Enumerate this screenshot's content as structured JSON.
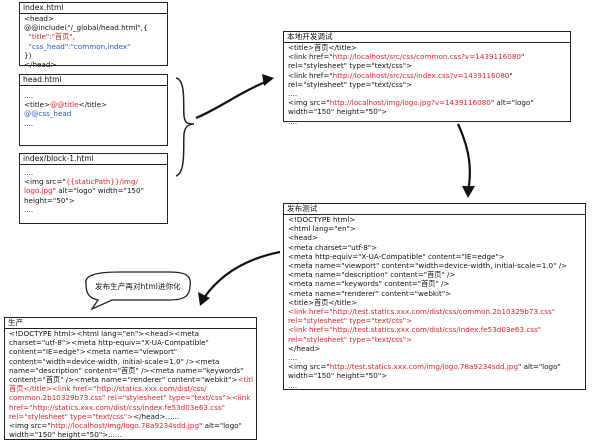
{
  "boxes": {
    "head_include": {
      "title": "index.html",
      "lines": [
        [
          {
            "t": "<head>"
          }
        ],
        [
          {
            "t": "@@include(\"/_global/head.html\",{"
          }
        ],
        [
          {
            "t": "  \"title\":\"首页\",",
            "c": "red"
          }
        ],
        [
          {
            "t": "  \"css_head\":\"common,index\"",
            "c": "blue"
          }
        ],
        [
          {
            "t": "})"
          }
        ],
        [
          {
            "t": "</head>"
          }
        ]
      ]
    },
    "head_html": {
      "title": "head.html",
      "lines": [
        [
          {
            "t": "...."
          }
        ],
        [
          {
            "t": "<title>"
          },
          {
            "t": "@@title",
            "c": "red"
          },
          {
            "t": "</title>"
          }
        ],
        [
          {
            "t": "@@css_head",
            "c": "blue"
          }
        ],
        [
          {
            "t": "...."
          }
        ]
      ]
    },
    "block": {
      "title": "index/block-1.html",
      "lines": [
        [
          {
            "t": "...."
          }
        ],
        [
          {
            "t": "<img src=\""
          },
          {
            "t": "{{staticPath}}/img/",
            "c": "red"
          }
        ],
        [
          {
            "t": "logo.jpg",
            "c": "red"
          },
          {
            "t": "\" alt=\"logo\" width=\"150\""
          }
        ],
        [
          {
            "t": "height=\"50\">"
          }
        ],
        [
          {
            "t": "...."
          }
        ]
      ]
    },
    "local_dev": {
      "title": "本地开发调试",
      "lines": [
        [
          {
            "t": "<title>首页</title>"
          }
        ],
        [
          {
            "t": "<link href=\""
          },
          {
            "t": "http://localhost/src/css/common.css?v=1439116080",
            "c": "red"
          },
          {
            "t": "\""
          }
        ],
        [
          {
            "t": "rel=\"stylesheet\" type=\"text/css\">"
          }
        ],
        [
          {
            "t": "<link href=\""
          },
          {
            "t": "http://localhost/src/css/index.css?v=1439116080",
            "c": "red"
          },
          {
            "t": "\""
          }
        ],
        [
          {
            "t": "rel=\"stylesheet\" type=\"text/css\">"
          }
        ],
        [
          {
            "t": "...."
          }
        ],
        [
          {
            "t": "<img src=\""
          },
          {
            "t": "http://localhost/img/logo.jpg?v=1439116080",
            "c": "red"
          },
          {
            "t": "\" alt=\"logo\""
          }
        ],
        [
          {
            "t": "width=\"150\" height=\"50\">"
          }
        ],
        [
          {
            "t": "...."
          }
        ]
      ]
    },
    "release_test": {
      "title": "发布测试",
      "lines": [
        [
          {
            "t": "<!DOCTYPE html>"
          }
        ],
        [
          {
            "t": "<html lang=\"en\">"
          }
        ],
        [
          {
            "t": "<head>"
          }
        ],
        [
          {
            "t": "<meta charset=\"utf-8\">"
          }
        ],
        [
          {
            "t": "<meta http-equiv=\"X-UA-Compatible\" content=\"IE=edge\">"
          }
        ],
        [
          {
            "t": "<meta name=\"viewport\" content=\"width=device-width, initial-scale=1.0\" />"
          }
        ],
        [
          {
            "t": "<meta name=\"description\" content=\"首页\" />"
          }
        ],
        [
          {
            "t": "<meta name=\"keywords\" content=\"首页\" />"
          }
        ],
        [
          {
            "t": "<meta name=\"renderer\" content=\"webkit\">"
          }
        ],
        [
          {
            "t": "<title>首页</title>"
          }
        ],
        [
          {
            "t": "<link href=\"http://test.statics.xxx.com/dist/css/common.2b10329b73.css\"",
            "c": "red"
          }
        ],
        [
          {
            "t": "rel=\"stylesheet\" type=\"text/css\">",
            "c": "red"
          }
        ],
        [
          {
            "t": "<link href=\"http://test.statics.xxx.com/dist/css/index.fe53d03e63.css\"",
            "c": "red"
          }
        ],
        [
          {
            "t": "rel=\"stylesheet\" type=\"text/css\">",
            "c": "red"
          }
        ],
        [
          {
            "t": "</head>"
          }
        ],
        [
          {
            "t": "...."
          }
        ],
        [
          {
            "t": "<img src=\""
          },
          {
            "t": "http://test.statics.xxx.com/img/logo.78a9234sdd.jpg",
            "c": "red"
          },
          {
            "t": "\" alt=\"logo\""
          }
        ],
        [
          {
            "t": "width=\"150\" height=\"50\">"
          }
        ],
        [
          {
            "t": "...."
          }
        ]
      ]
    },
    "production": {
      "title": "生产",
      "lines": [
        [
          {
            "t": "<!DOCTYPE html><html lang=\"en\"><head><meta"
          }
        ],
        [
          {
            "t": "charset=\"utf-8\"><meta http-equiv=\"X-UA-Compatible\""
          }
        ],
        [
          {
            "t": "content=\"IE=edge\"><meta name=\"viewport\""
          }
        ],
        [
          {
            "t": "content=\"width=device-width, initial-scale=1.0\" /><meta"
          }
        ],
        [
          {
            "t": "name=\"description\" content=\"首页\" /><meta name=\"keywords\""
          }
        ],
        [
          {
            "t": "content=\"首页\" /><meta name=\"renderer\" content=\"webkit\">"
          },
          {
            "t": "<title>",
            "c": "red"
          }
        ],
        [
          {
            "t": "首页</title><link href=\"http://statics.xxx.com/dist/css/",
            "c": "red"
          }
        ],
        [
          {
            "t": "common.2b10329b73.css\" rel=\"stylesheet\" type=\"text/css\"><link",
            "c": "red"
          }
        ],
        [
          {
            "t": "href=\"http://statics.xxx.com/dist/css/index.fe53d03e63.css\"",
            "c": "red"
          }
        ],
        [
          {
            "t": "rel=\"stylesheet\" type=\"text/css\">",
            "c": "red"
          },
          {
            "t": "</head>......"
          }
        ],
        [
          {
            "t": "<img src=\""
          },
          {
            "t": "http://localhost/img/logo.78a9234sdd.jpg",
            "c": "red"
          },
          {
            "t": "\" alt=\"logo\""
          }
        ],
        [
          {
            "t": "width=\"150\" height=\"50\">......"
          }
        ]
      ]
    }
  },
  "bubble": {
    "text": "发布生产再对html进你化"
  },
  "colors": {
    "highlight": "#e0242a",
    "variable": "#2a55d6",
    "border": "#222222"
  }
}
